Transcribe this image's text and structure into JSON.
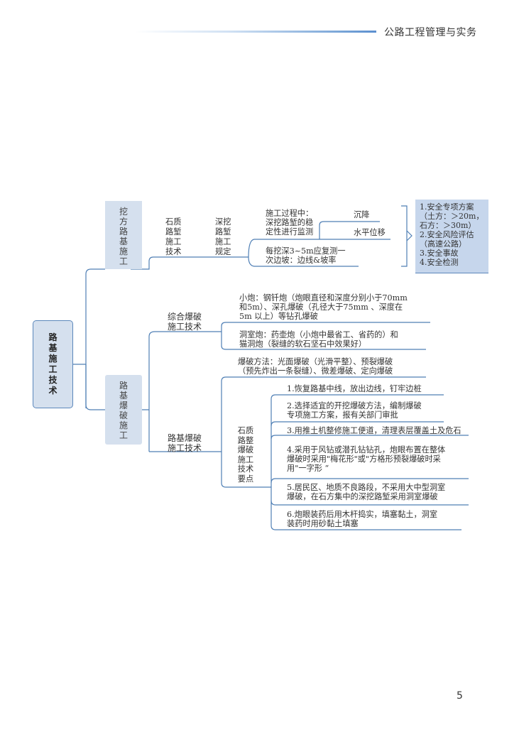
{
  "header": {
    "title": "公路工程管理与实务"
  },
  "page_number": "5",
  "mindmap": {
    "root": "路基施工技术",
    "branches": [
      {
        "label": "挖方路基施工",
        "children": [
          {
            "label_line1": "石质",
            "label_line2": "路堑",
            "label_line3": "施工",
            "label_line4": "技术",
            "sub": {
              "label_line1": "深挖",
              "label_line2": "路堑",
              "label_line3": "施工",
              "label_line4": "规定",
              "items": [
                {
                  "line1": "施工过程中：",
                  "line2": "深挖路堑的稳",
                  "line3": "定性进行监测",
                  "monitor": [
                    "沉降",
                    "水平位移"
                  ]
                },
                {
                  "line1": "每挖深3~5m应复测一",
                  "line2": "次边坡：边线&坡率"
                }
              ]
            }
          }
        ],
        "safety": {
          "lines": [
            "1.安全专项方案",
            "（土方：＞20m，",
            "石方：＞30m）",
            "2.安全风险评估",
            "（高速公路）",
            "3.安全事故",
            "4.安全检测"
          ]
        }
      },
      {
        "label": "路基爆破施工",
        "children": [
          {
            "label_line1": "综合爆破",
            "label_line2": "施工技术",
            "items": [
              {
                "line1": "小炮：钢钎炮（炮眼直径和深度分别小于70mm",
                "line2": "和5m）、深孔爆破（孔径大于75mm 、深度在",
                "line3": "5m 以上）等钻孔爆破"
              },
              {
                "line1": "洞室炮：药壶炮（小炮中最省工、省药的）和",
                "line2": "猫洞炮（裂缝的软石坚石中效果好）"
              }
            ]
          },
          {
            "label_line1": "路基爆破",
            "label_line2": "施工技术",
            "methods": {
              "line1": "爆破方法：光面爆破（光滑平整）、预裂爆破",
              "line2": "（预先炸出一条裂缝）、微差爆破、定向爆破"
            },
            "keypoints": {
              "label": [
                "石质",
                "路整",
                "爆破",
                "施工",
                "技术",
                "要点"
              ],
              "items": [
                {
                  "line1": "1.恢复路基中线，放出边线，钉牢边桩"
                },
                {
                  "line1": "2.选择适宜的开挖爆破方法，编制爆破",
                  "line2": "专项施工方案，报有关部门审批"
                },
                {
                  "line1": "3.用推土机整修施工便道，清理表层覆盖土及危石"
                },
                {
                  "line1": "4.采用于风钻或潜孔钻钻孔，炮眼布置在整体",
                  "line2": "爆破时采用\"梅花形\"或\"方格形预裂爆破时采",
                  "line3": "用\"一字形 “"
                },
                {
                  "line1": "5.居民区、地质不良路段，不采用大中型洞室",
                  "line2": "爆破，在石方集中的深挖路堑采用洞室爆破"
                },
                {
                  "line1": "6.炮眼装药后用木杆捣实，填塞黏土，洞室",
                  "line2": "装药时用砂黏土填塞"
                }
              ]
            }
          }
        ]
      }
    ]
  },
  "colors": {
    "line": "#4f7fb5",
    "box_fill": "#d5e0ee",
    "safety_fill": "#c6d6ec",
    "text": "#333333"
  }
}
